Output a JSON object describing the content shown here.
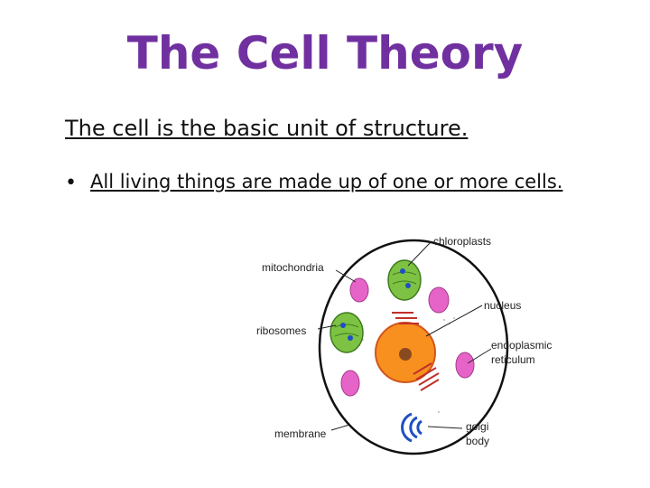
{
  "slide": {
    "title": "The Cell Theory",
    "subtitle": "The cell is the basic unit of structure.",
    "bullet": "All living things are made up of one or more cells."
  },
  "diagram": {
    "labels": {
      "chloroplasts": "chloroplasts",
      "mitochondria": "mitochondria",
      "nucleus": "nucleus",
      "ribosomes": "ribosomes",
      "endoplasmic_line1": "endoplasmic",
      "endoplasmic_line2": "reticulum",
      "membrane": "membrane",
      "golgi_line1": "golgi",
      "golgi_line2": "body"
    },
    "colors": {
      "title": "#7030a0",
      "nucleus": "#f7901e",
      "nucleolus": "#8a4a20",
      "chloroplast": "#7dc242",
      "mitochondria": "#e664c8",
      "er": "#c0302a",
      "golgi": "#1f4fc2"
    }
  }
}
